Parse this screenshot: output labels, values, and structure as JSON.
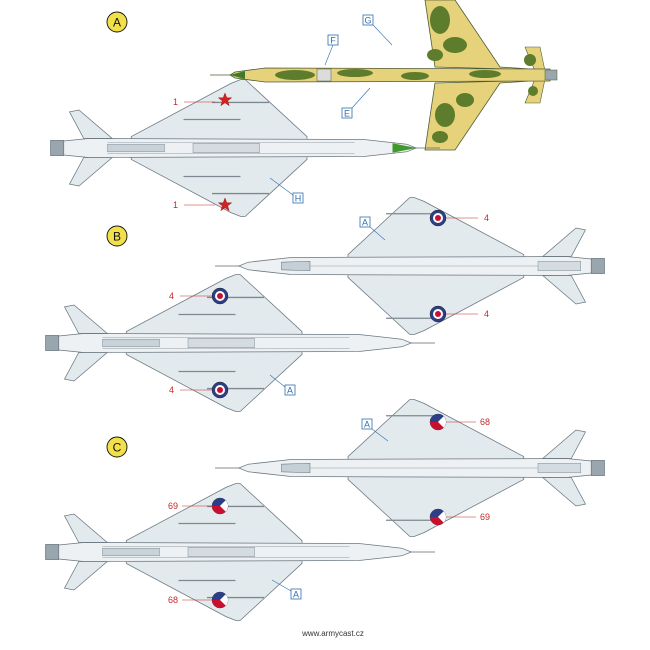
{
  "sections": [
    {
      "letter": "A",
      "color": "#f2e04a"
    },
    {
      "letter": "B",
      "color": "#f2e04a"
    },
    {
      "letter": "C",
      "color": "#f2e04a"
    }
  ],
  "callouts": {
    "a_top_G": "G",
    "a_top_F": "F",
    "a_top_E": "E",
    "a_bottom_H": "H",
    "a_star_upper": "1",
    "a_star_lower": "1",
    "b_top_A": "A",
    "b_top_upper": "4",
    "b_top_lower": "4",
    "b_bottom_upper": "4",
    "b_bottom_lower": "4",
    "b_bottom_A": "A",
    "c_top_A": "A",
    "c_top_upper": "68",
    "c_top_lower": "69",
    "c_bottom_upper": "69",
    "c_bottom_lower": "68",
    "c_bottom_A": "A"
  },
  "colors": {
    "camo_green": "#5e7d2c",
    "camo_sand": "#e6d27a",
    "aircraft_grey": "#dfe6ea",
    "outline": "#5b6670",
    "callout_red": "#c62828",
    "callout_blue": "#2f6fb0",
    "roundel_blue": "#2b3f87",
    "roundel_red": "#c8102e"
  },
  "footer": {
    "url": "www.armycast.cz"
  }
}
